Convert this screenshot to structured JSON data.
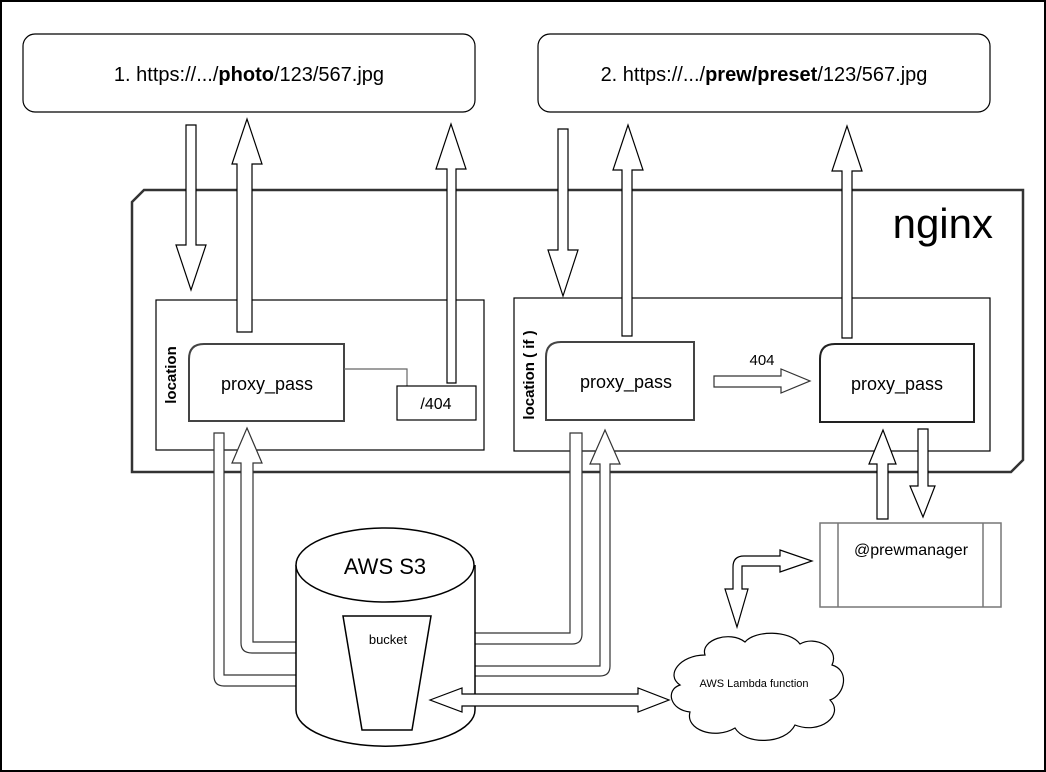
{
  "diagram": {
    "requests": [
      {
        "prefix": "1. https://.../",
        "bold": "photo",
        "suffix": "/123/567.jpg"
      },
      {
        "prefix": "2. https://.../",
        "bold": "prew/preset",
        "suffix": "/123/567.jpg"
      }
    ],
    "nginx_label": "nginx",
    "location_left": {
      "label": "location",
      "proxy_label": "proxy_pass",
      "fallback_label": "/404"
    },
    "location_right": {
      "label": "location ( if )",
      "proxy_label": "proxy_pass",
      "edge_label": "404",
      "proxy2_label": "proxy_pass"
    },
    "manager_label": "@prewmanager",
    "s3_label": "AWS S3",
    "bucket_label": "bucket",
    "lambda_label": "AWS Lambda function"
  }
}
